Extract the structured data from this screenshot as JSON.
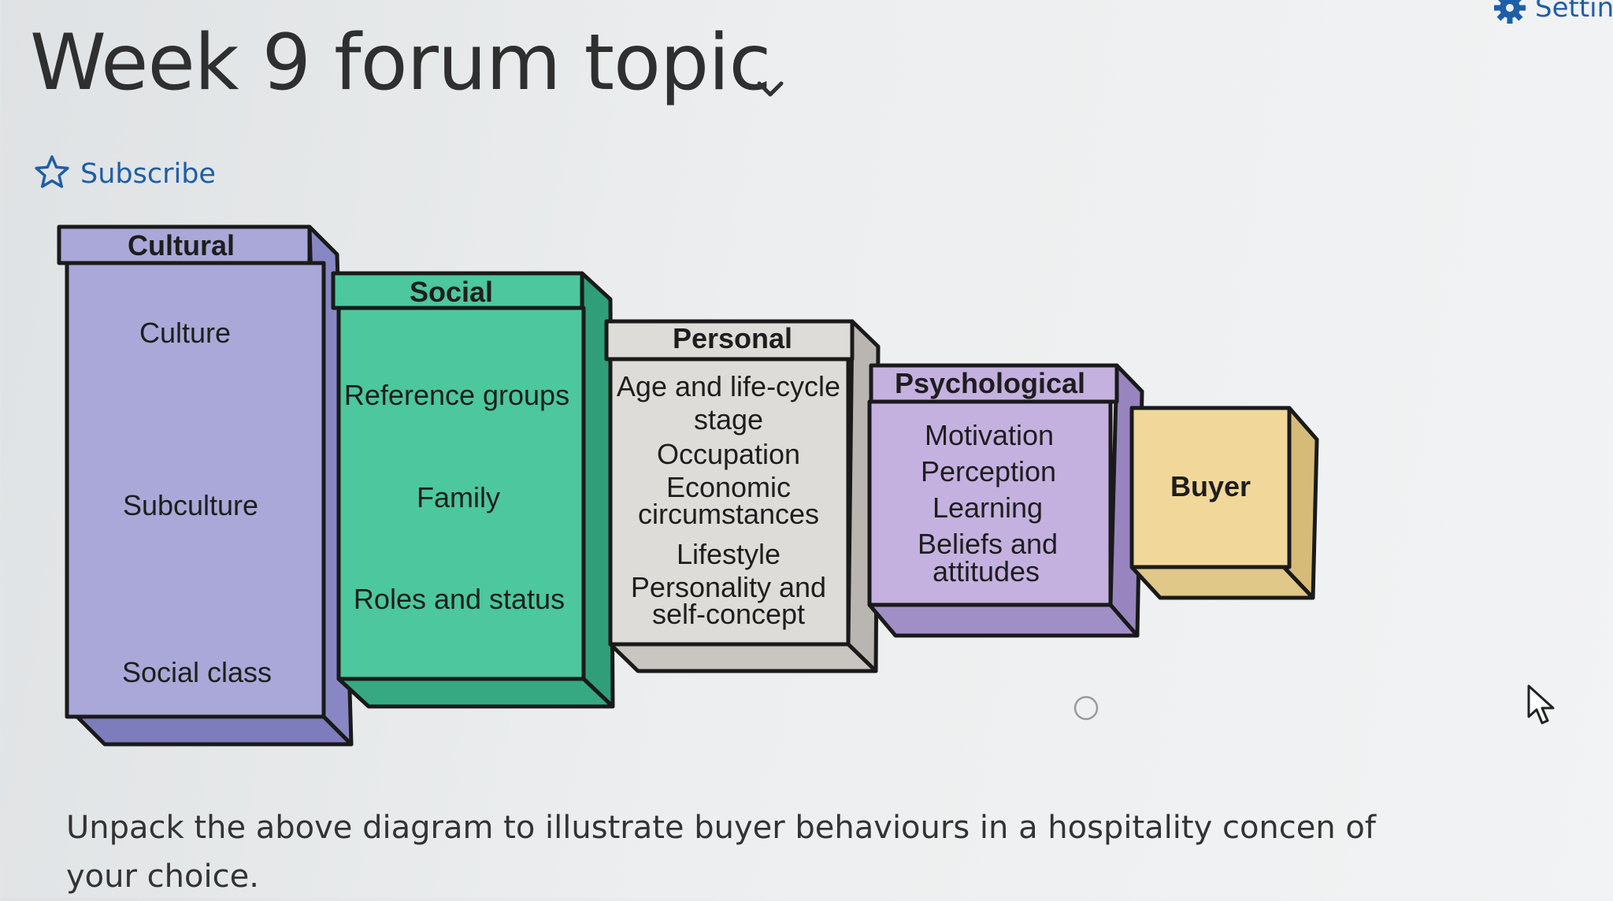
{
  "page": {
    "title": "Week 9 forum topic",
    "settings_label": "Settin",
    "subscribe_label": "Subscribe"
  },
  "diagram": {
    "columns": [
      {
        "header": "Cultural",
        "items": [
          "Culture",
          "Subculture",
          "Social class"
        ],
        "color": "#a9a8d8"
      },
      {
        "header": "Social",
        "items": [
          "Reference groups",
          "Family",
          "Roles and status"
        ],
        "color": "#4cc79e"
      },
      {
        "header": "Personal",
        "items": [
          "Age and life-cycle",
          "stage",
          "Occupation",
          "Economic",
          "circumstances",
          "Lifestyle",
          "Personality and",
          "self-concept"
        ],
        "color": "#dedcd8"
      },
      {
        "header": "Psychological",
        "items": [
          "Motivation",
          "Perception",
          "Learning",
          "Beliefs and",
          "attitudes"
        ],
        "color": "#c4b1e0"
      }
    ],
    "buyer": {
      "label": "Buyer",
      "color": "#f1d89a"
    }
  },
  "question": {
    "text": "Unpack the above diagram to illustrate buyer behaviours in a hospitality concen of your choice."
  },
  "icons": {
    "title_dropdown": "chevron-down-icon",
    "subscribe": "star-icon",
    "settings": "gear-icon",
    "pointer": "mouse-pointer-icon"
  },
  "colors": {
    "link": "#1f5ea8",
    "title": "#2f2f2f"
  }
}
